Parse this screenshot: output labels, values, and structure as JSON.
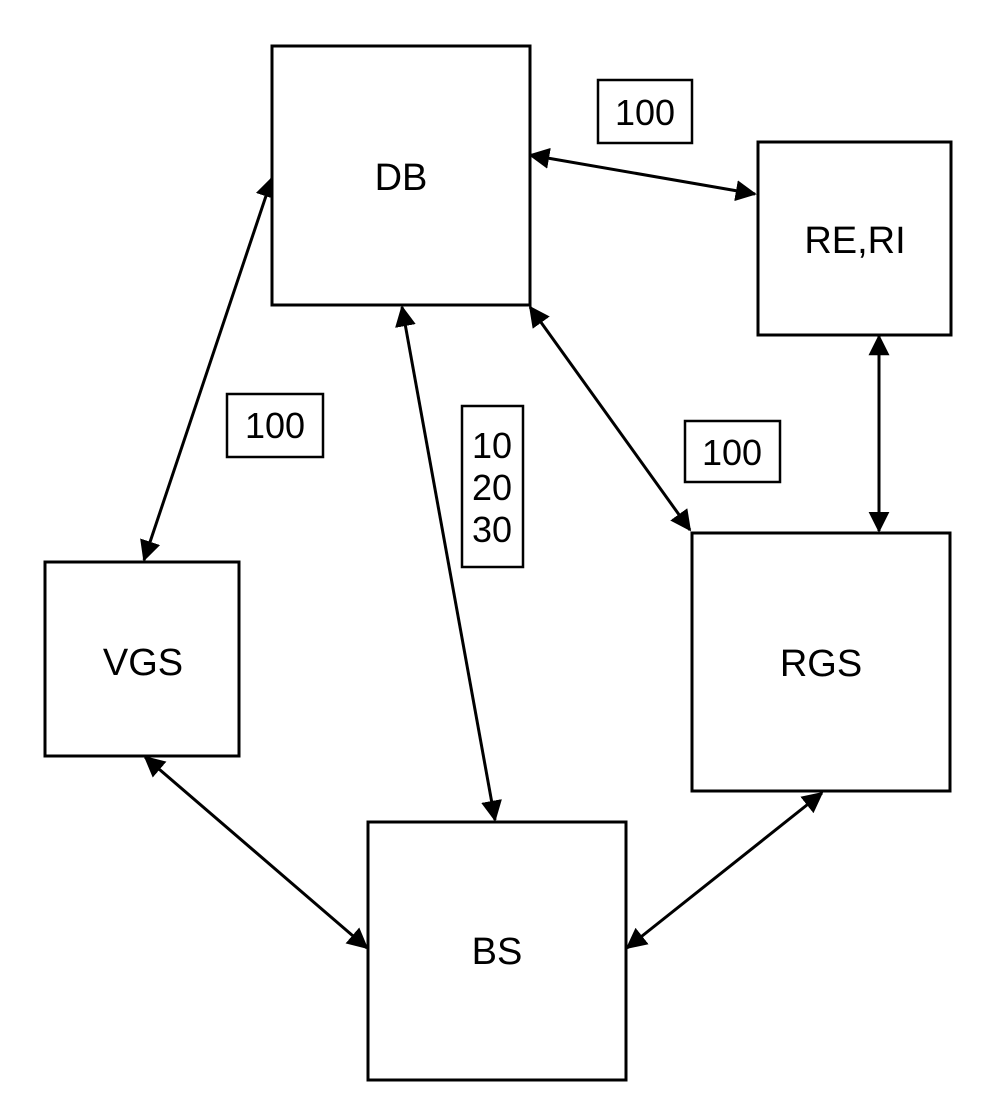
{
  "colors": {
    "stroke": "#000000",
    "background": "#ffffff"
  },
  "nodes": {
    "db": "DB",
    "re_ri": "RE,RI",
    "vgs": "VGS",
    "rgs": "RGS",
    "bs": "BS"
  },
  "edge_labels": {
    "db_re": "100",
    "db_vgs": "100",
    "db_rgs": "100",
    "db_bs": [
      "10",
      "20",
      "30"
    ]
  }
}
